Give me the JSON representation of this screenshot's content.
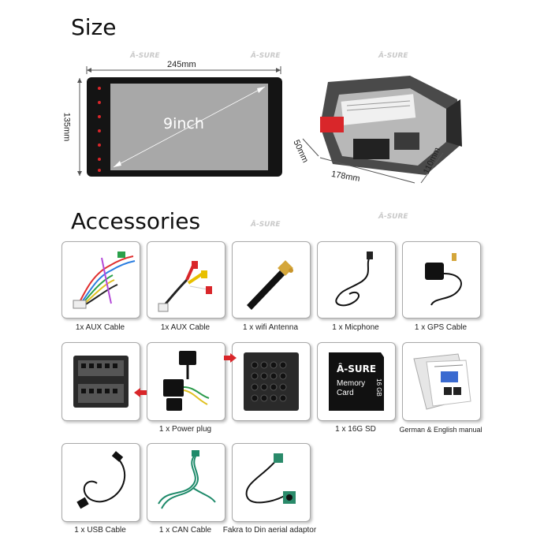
{
  "size_section": {
    "heading": "Size",
    "screen": {
      "width_label": "245mm",
      "height_label": "135mm",
      "screen_label": "9inch"
    },
    "chassis": {
      "depth_label": "50mm",
      "width_label": "178mm",
      "height_label": "110mm"
    }
  },
  "accessories_section": {
    "heading": "Accessories",
    "items": [
      {
        "label": "1x AUX Cable",
        "icon": "aux-cable-icon"
      },
      {
        "label": "1x AUX Cable",
        "icon": "rca-cable-icon"
      },
      {
        "label": "1 x wifi Antenna",
        "icon": "wifi-antenna-icon"
      },
      {
        "label": "1 x Micphone",
        "icon": "microphone-icon"
      },
      {
        "label": "1 x GPS Cable",
        "icon": "gps-cable-icon"
      },
      {
        "label": "1 x Power plug",
        "icon": "power-plug-icon"
      },
      {
        "label": "1 x 16G  SD",
        "icon": "memory-card-icon"
      },
      {
        "label": "German & English manual",
        "icon": "manual-icon"
      },
      {
        "label": "1 x USB Cable",
        "icon": "usb-cable-icon"
      },
      {
        "label": "1 x CAN Cable",
        "icon": "can-cable-icon"
      },
      {
        "label": "Fakra to Din aerial adaptor",
        "icon": "fakra-adaptor-icon"
      }
    ]
  },
  "memory_card": {
    "brand": "Â-SURE",
    "line1": "Memory",
    "line2": "Card",
    "capacity": "16 GB"
  },
  "watermark": "Â-SURE",
  "colors": {
    "accent_red": "#d9262a",
    "can_green": "#1e8a6a",
    "screen_grey": "#a8a8a8",
    "bezel_black": "#141414"
  }
}
